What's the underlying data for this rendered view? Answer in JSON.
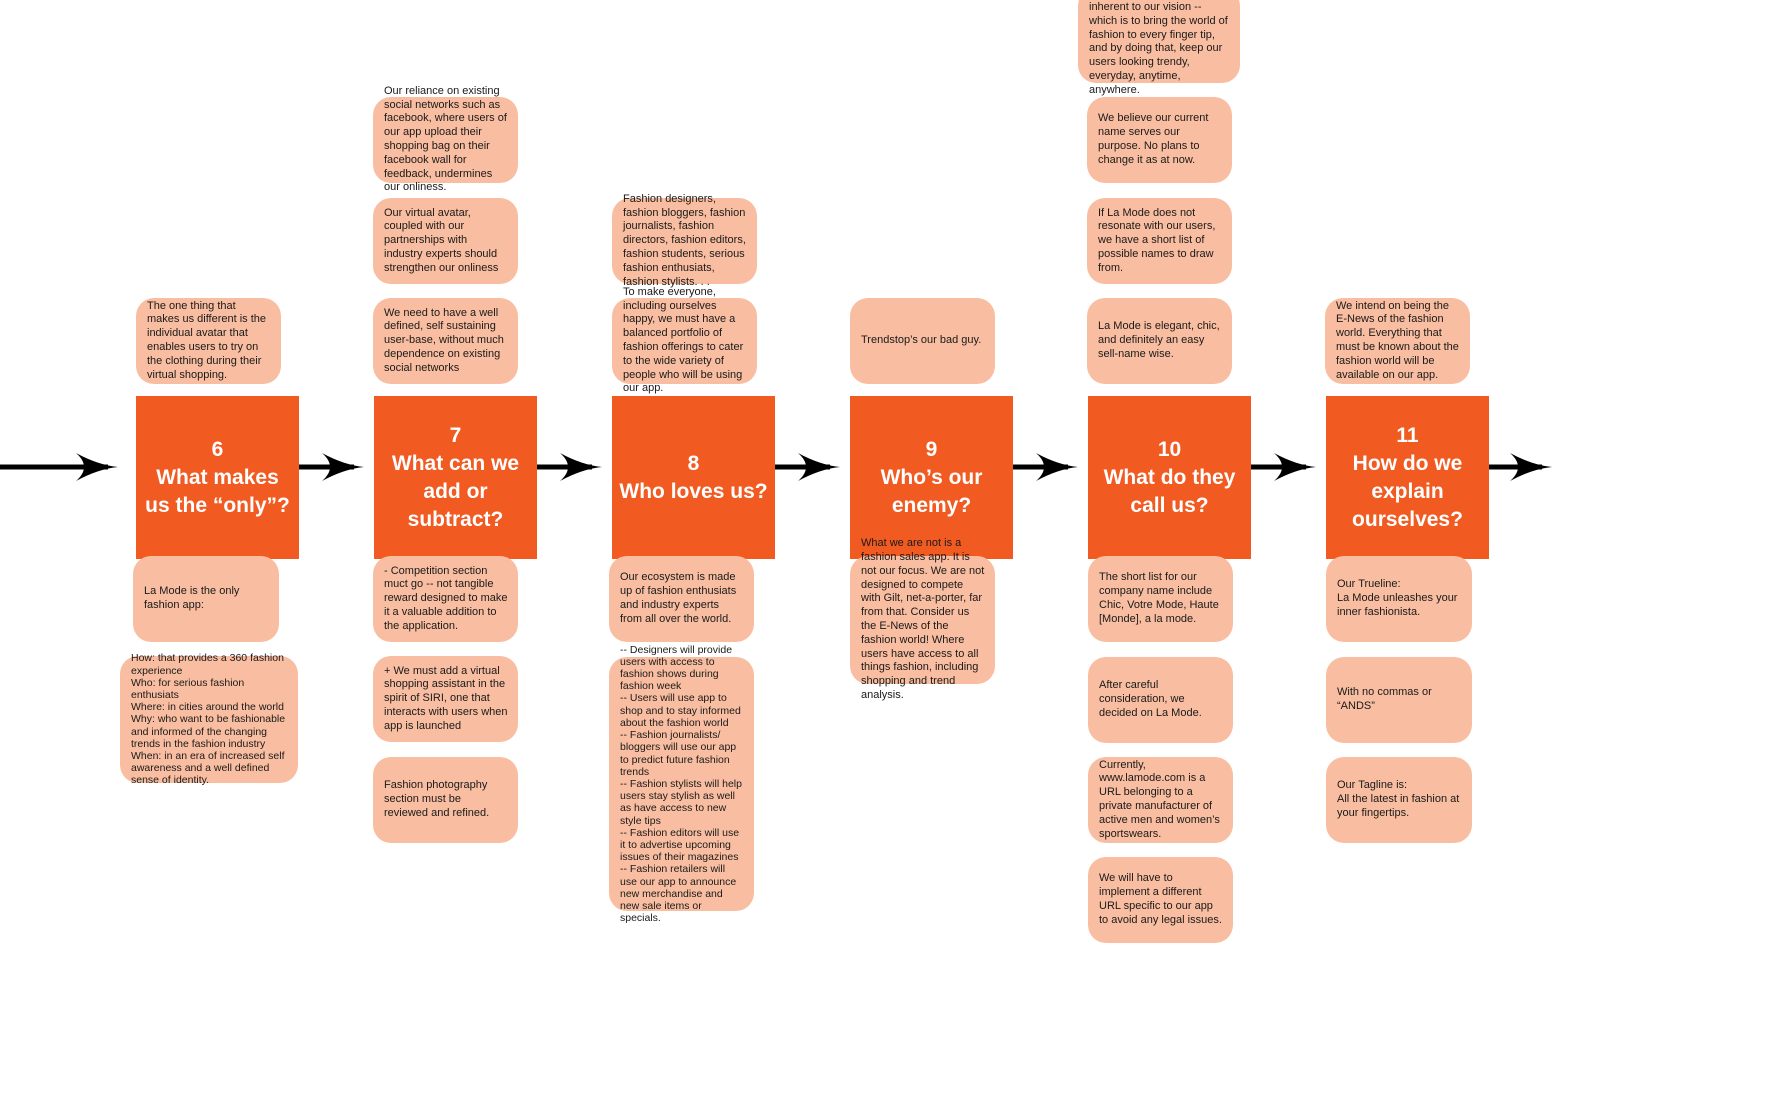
{
  "colors": {
    "step": "#f15b22",
    "note": "#f9bea1",
    "arrow": "#000000",
    "text": "#1a1a1a"
  },
  "arrow_icon": "right-arrow-icon",
  "steps": [
    {
      "num": "6",
      "question": "What makes us the “only”?",
      "above": [
        "The one thing that makes us different is the individual avatar that enables users to try on the clothing during their virtual shopping."
      ],
      "below": [
        "La Mode is the only fashion app:",
        "How: that provides a 360 fashion experience\nWho: for serious fashion enthusiats\nWhere: in cities around the world\nWhy: who want to be fashionable and informed of the changing trends in the fashion industry\nWhen: in an era of increased self awareness and a well defined sense of identity."
      ]
    },
    {
      "num": "7",
      "question": "What can we add or subtract?",
      "above": [
        "Our reliance on existing social networks such as facebook, where users of our app upload their shopping bag on their facebook wall for feedback, undermines our onliness.",
        "Our virtual avatar, coupled with our partnerships with industry experts should strengthen our onliness",
        "We need to have a well defined, self sustaining user-base, without much dependence on existing social networks"
      ],
      "below": [
        "- Competition section muct go -- not tangible reward designed to make it a valuable addition to the application.",
        "+ We must add a virtual shopping assistant in the spirit of SIRI, one that interacts with users when app is launched",
        "Fashion photography section must be reviewed and refined."
      ]
    },
    {
      "num": "8",
      "question": "Who loves us?",
      "above": [
        "Fashion designers, fashion bloggers, fashion journalists, fashion directors, fashion editors, fashion students, serious fashion enthusiats, fashion stylists. . .",
        "To make everyone, including ourselves happy, we must have a balanced portfolio of fashion offerings to cater to the wide variety of people who will be using our app."
      ],
      "below": [
        "Our ecosystem is made up of fashion enthusiats and industry experts from all over the world.",
        "-- Designers will provide users with access to fashion shows during fashion week\n-- Users will use app to shop and to stay informed about the fashion world\n-- Fashion journalists/ bloggers will use our app to predict future fashion trends\n-- Fashion stylists will help users stay stylish as well as have access to new style tips\n-- Fashion editors will use it to advertise upcoming issues of their magazines\n-- Fashion retailers will use our app to announce new merchandise and new sale items or specials."
      ]
    },
    {
      "num": "9",
      "question": "Who’s our enemy?",
      "above": [
        "Trendstop’s our bad guy."
      ],
      "below": [
        "What we are not is a fashion sales app. It is not our focus. We are not designed to compete with Gilt, net-a-porter, far from that. Consider us the E-News of the fashion world! Where users have access to all things fashion, including shopping and trend analysis."
      ]
    },
    {
      "num": "10",
      "question": "What do they call us?",
      "above": [
        "La Mode is French for In Style. Being In Style is inherent to our vision -- which is to bring the world of fashion to every finger tip, and by doing that, keep our users looking trendy, everyday, anytime, anywhere.",
        "We believe our current name serves our purpose. No plans to change it as at now.",
        "If La Mode does not resonate with our users, we have a short list of possible names to draw from.",
        "La Mode is elegant, chic, and definitely an easy sell-name wise."
      ],
      "below": [
        "The short list for our company name include Chic, Votre Mode, Haute [Monde], a la mode.",
        "After careful consideration, we decided on La Mode.",
        "Currently, www.lamode.com is a URL belonging to a private manufacturer of active men and women’s sportswears.",
        "We will have to implement a different URL specific to our app to avoid any legal issues."
      ]
    },
    {
      "num": "11",
      "question": "How do we explain ourselves?",
      "above": [
        "We intend on being the E-News of the fashion world. Everything that must be known about the fashion world will be available on our app."
      ],
      "below": [
        "Our Trueline:\nLa Mode unleashes your inner fashionista.",
        "With no commas or “ANDS”",
        "Our Tagline is:\nAll the latest in fashion at your fingertips."
      ]
    }
  ]
}
